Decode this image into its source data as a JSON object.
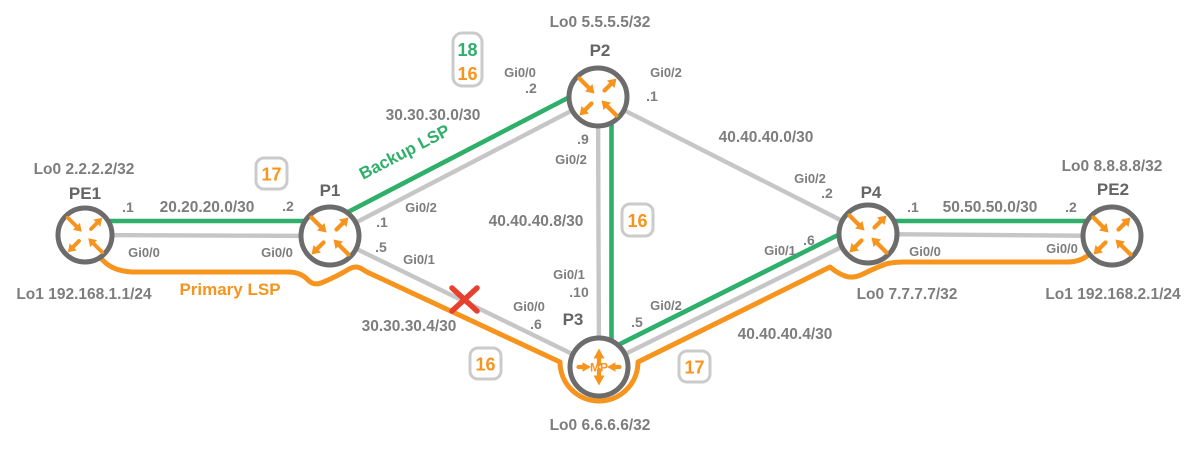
{
  "colors": {
    "primary_lsp": "#F7941E",
    "backup_lsp": "#2EAF6A",
    "link": "#C6C6C6",
    "node_border": "#6C6C6C",
    "label_text": "#7D7D7D",
    "failure_red": "#E8402F"
  },
  "legend": {
    "primary": "Primary LSP",
    "backup": "Backup LSP"
  },
  "routers": {
    "pe1": {
      "name": "PE1",
      "lo0": "Lo0 2.2.2.2/32",
      "lo1": "Lo1 192.168.1.1/24"
    },
    "p1": {
      "name": "P1"
    },
    "p2": {
      "name": "P2",
      "lo0": "Lo0 5.5.5.5/32"
    },
    "p3": {
      "name": "P3",
      "role": "MP",
      "lo0": "Lo0 6.6.6.6/32"
    },
    "p4": {
      "name": "P4",
      "lo0": "Lo0 7.7.7.7/32"
    },
    "pe2": {
      "name": "PE2",
      "lo0": "Lo0 8.8.8.8/32",
      "lo1": "Lo1 192.168.2.1/24"
    }
  },
  "links": {
    "pe1_p1": {
      "subnet": "20.20.20.0/30",
      "pe1_if": "Gi0/0",
      "pe1_ip": ".1",
      "p1_if": "Gi0/0",
      "p1_ip": ".2"
    },
    "p1_p2": {
      "subnet": "30.30.30.0/30",
      "p1_if": "Gi0/2",
      "p1_ip": ".1",
      "p2_if": "Gi0/0",
      "p2_ip": ".2"
    },
    "p1_p3": {
      "subnet": "30.30.30.4/30",
      "p1_if": "Gi0/1",
      "p1_ip": ".5",
      "p3_if": "Gi0/0",
      "p3_ip": ".6",
      "status": "failed"
    },
    "p2_p3": {
      "subnet": "40.40.40.8/30",
      "p2_if": "Gi0/2",
      "p2_ip": ".9",
      "p3_if": "Gi0/1",
      "p3_ip": ".10"
    },
    "p2_p4": {
      "subnet": "40.40.40.0/30",
      "p2_if": "Gi0/2",
      "p2_ip": ".1",
      "p4_if": "Gi0/2",
      "p4_ip": ".2"
    },
    "p3_p4": {
      "subnet": "40.40.40.4/30",
      "p3_if": "Gi0/2",
      "p3_ip": ".5",
      "p4_if": "Gi0/1",
      "p4_ip": ".6"
    },
    "p4_pe2": {
      "subnet": "50.50.50.0/30",
      "p4_if": "Gi0/0",
      "p4_ip": ".1",
      "pe2_if": "Gi0/0",
      "pe2_ip": ".2"
    }
  },
  "mpls_labels": {
    "p1_p2_stack_top": "18",
    "p1_p2_stack_bottom": "16",
    "pe1_p1": "17",
    "p2_p3": "16",
    "p1_p3": "16",
    "p3_p4": "17"
  }
}
